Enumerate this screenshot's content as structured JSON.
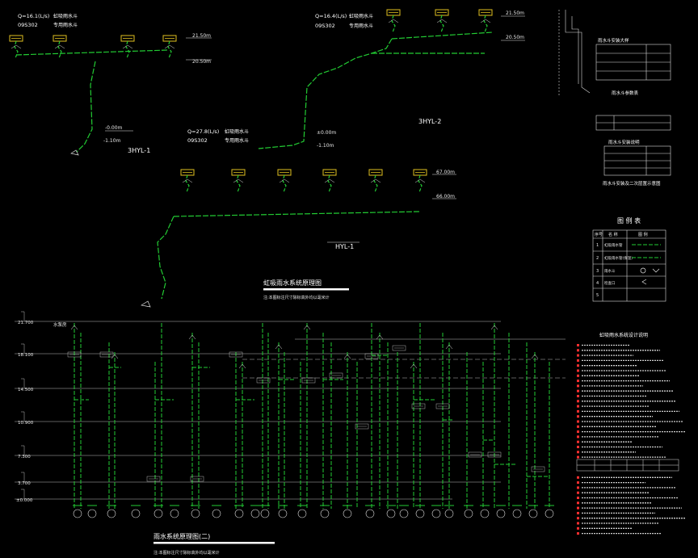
{
  "colors": {
    "background": "#000000",
    "pipe": "#22cc33",
    "fixture": "#e0c020",
    "grid": "#bbbbbb",
    "text": "#e8e8e8",
    "red_note": "#ff3030"
  },
  "top_left": {
    "flow_note": "Q=16.1(L/s)",
    "code_note": "09S302",
    "device_note_1": "虹吸雨水斗",
    "device_note_2": "专用雨水斗",
    "elev_top": "21.50m",
    "elev_mid": "20.50m",
    "elev_riser": "-0.00m",
    "elev_low": "-1.10m",
    "system_label": "3HYL-1"
  },
  "top_right": {
    "flow_note": "Q=16.4(L/s)",
    "code_note": "09S302",
    "device_note_1": "虹吸雨水斗",
    "device_note_2": "专用雨水斗",
    "elev_top": "21.50m",
    "elev_mid": "20.50m",
    "elev_riser": "±0.00m",
    "elev_low": "-1.10m",
    "system_label": "3HYL-2"
  },
  "middle": {
    "flow_note": "Q=27.8(L/s)",
    "code_note": "09S302",
    "device_note_1": "虹吸雨水斗",
    "device_note_2": "专用雨水斗",
    "elev_top": "67.00m",
    "elev_mid": "66.00m",
    "system_label": "HYL-1",
    "title": "虹吸雨水系统原理图",
    "subtitle": "注:本图标注尺寸除标高外均以毫米计"
  },
  "detail_panel": {
    "table1_title": "雨水斗安装大样",
    "table2_title": "雨水斗参数表",
    "table3_title": "雨水斗安装说明",
    "caption": "雨水斗安装及二次层置示意图"
  },
  "legend": {
    "title": "图 例 表",
    "header_no": "序号",
    "header_name": "名 称",
    "header_symbol": "图 例",
    "rows": [
      {
        "no": "1",
        "name": "虹吸雨水管"
      },
      {
        "no": "2",
        "name": "虹吸雨水管(保温)"
      },
      {
        "no": "3",
        "name": "雨水斗"
      },
      {
        "no": "4",
        "name": "检查口"
      },
      {
        "no": "5",
        "name": ""
      }
    ]
  },
  "lower": {
    "floor_labels": [
      "21.700",
      "18.100",
      "14.500",
      "10.900",
      "7.300",
      "3.700",
      "±0.000"
    ],
    "left_note": "水泵房",
    "title": "雨水系统原理图(二)",
    "subtitle": "注:本图标注尺寸除标高外均以毫米计"
  },
  "notes": {
    "title": "虹吸雨水系统设计说明"
  }
}
